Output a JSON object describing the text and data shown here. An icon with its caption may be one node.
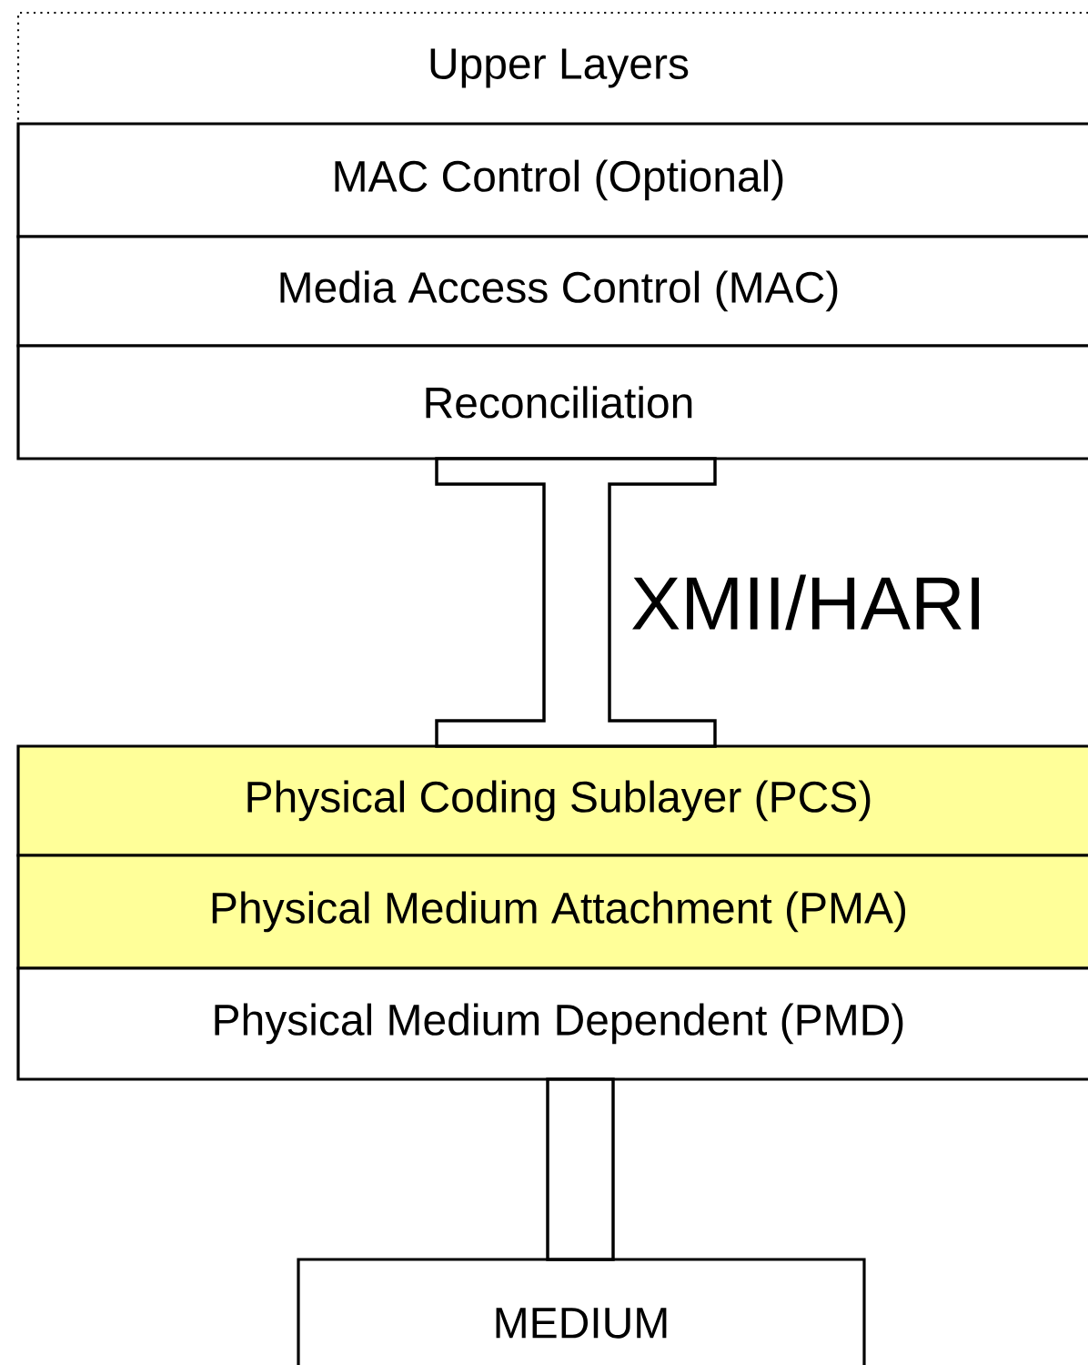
{
  "diagram": {
    "nodes": [
      {
        "text": [
          "Upper Layers"
        ]
      },
      {
        "text": [
          "MAC Control (Optional)"
        ]
      },
      {
        "text": [
          "Media Access Control (MAC)"
        ]
      },
      {
        "text": [
          "Reconciliation"
        ]
      },
      {
        "text": [
          "Physical Coding Sublayer (PCS)"
        ]
      },
      {
        "text": [
          "Physical Medium Attachment (PMA)"
        ]
      },
      {
        "text": [
          "Physical Medium Dependent (PMD)"
        ]
      },
      {
        "text": [
          "MEDIUM"
        ]
      }
    ],
    "edges": [
      {
        "from": 3,
        "to": 4,
        "arrow": "other",
        "label": "XMII/HARI"
      },
      {
        "from": 6,
        "to": 7,
        "arrow": "none"
      }
    ]
  }
}
